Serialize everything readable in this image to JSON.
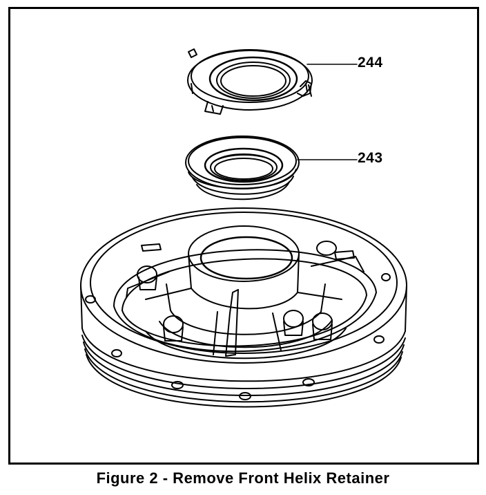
{
  "figure": {
    "callouts": {
      "part_244": "244",
      "part_243": "243"
    },
    "caption": "Figure 2 - Remove Front Helix Retainer"
  },
  "colors": {
    "ink": "#000000",
    "paper": "#ffffff"
  }
}
